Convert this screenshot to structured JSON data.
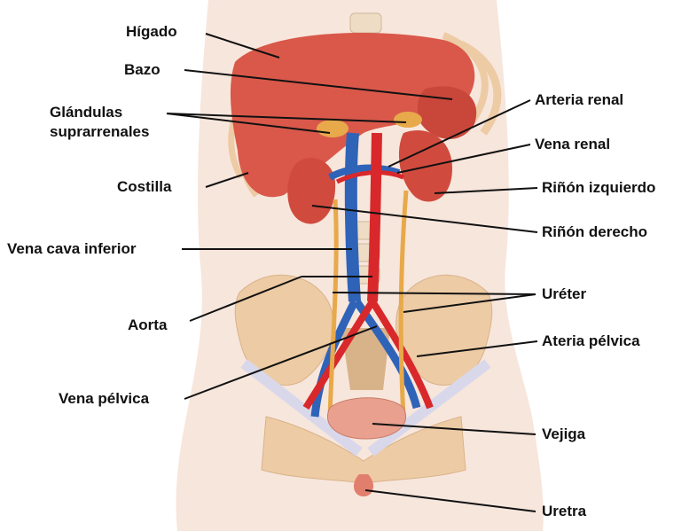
{
  "labels": {
    "higado": "Hígado",
    "bazo": "Bazo",
    "glandulas_1": "Glándulas",
    "glandulas_2": "suprarrenales",
    "costilla": "Costilla",
    "vena_cava": "Vena cava inferior",
    "aorta": "Aorta",
    "vena_pelvica": "Vena pélvica",
    "arteria_renal": "Arteria renal",
    "vena_renal": "Vena renal",
    "rinon_izq": "Riñón izquierdo",
    "rinon_der": "Riñón derecho",
    "ureter": "Uréter",
    "arteria_pelvica": "Ateria pélvica",
    "vejiga": "Vejiga",
    "uretra": "Uretra"
  },
  "colors": {
    "skin": "#f7e6dc",
    "organ": "#d9584a",
    "bone": "#edcba4",
    "artery": "#d8282b",
    "vein": "#2f63b8",
    "ureter": "#e8a94a"
  }
}
